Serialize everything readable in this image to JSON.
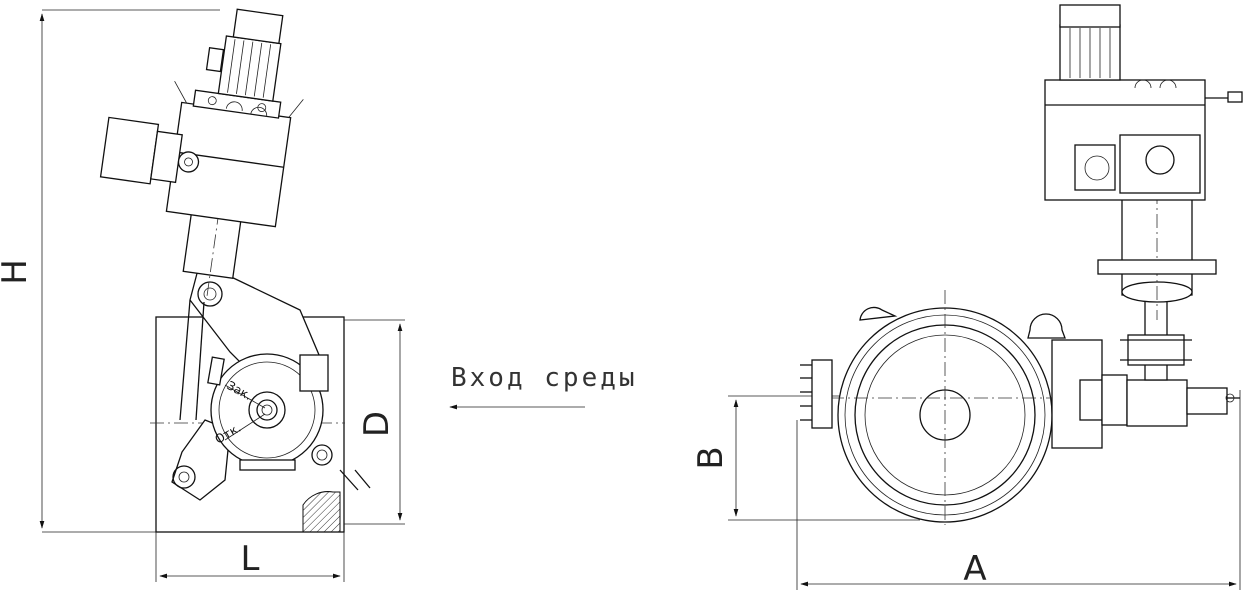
{
  "drawing": {
    "flow_label": "Вход среды",
    "dimensions": {
      "H": "H",
      "L": "L",
      "D": "D",
      "B": "B",
      "A": "A"
    },
    "scale_marks": {
      "closed": "Зак.",
      "open": "Отк."
    }
  }
}
